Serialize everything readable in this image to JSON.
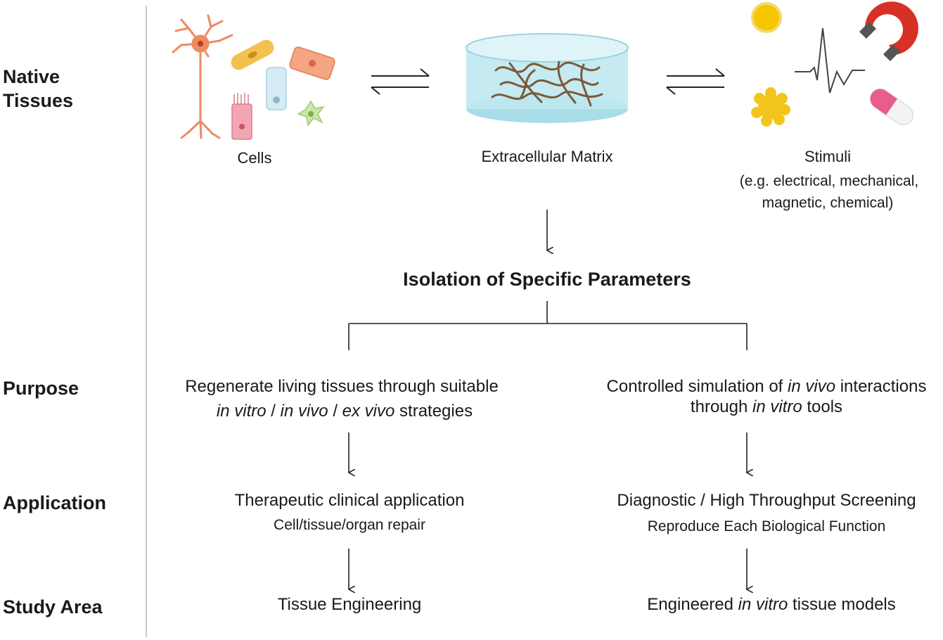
{
  "rows": {
    "native_tissues": "Native\nTissues",
    "purpose": "Purpose",
    "application": "Application",
    "study_area": "Study Area"
  },
  "native": {
    "cells": "Cells",
    "ecm": "Extracellular Matrix",
    "stimuli_title": "Stimuli",
    "stimuli_line1": "(e.g. electrical, mechanical,",
    "stimuli_line2": "magnetic, chemical)"
  },
  "isolation": "Isolation of Specific Parameters",
  "left": {
    "purpose_line1": "Regenerate living tissues through suitable",
    "purpose_it1": "in vitro",
    "purpose_sep1": " / ",
    "purpose_it2": "in vivo",
    "purpose_sep2": " / ",
    "purpose_it3": "ex vivo",
    "purpose_tail": " strategies",
    "application_title": "Therapeutic clinical application",
    "application_sub": "Cell/tissue/organ repair",
    "study_area": "Tissue Engineering"
  },
  "right": {
    "purpose_pre": "Controlled simulation of ",
    "purpose_it1": "in vivo",
    "purpose_post": " interactions",
    "purpose_l2_pre": "through ",
    "purpose_l2_it": "in vitro",
    "purpose_l2_post": " tools",
    "application_title": "Diagnostic / High Throughput Screening",
    "application_sub": "Reproduce Each Biological Function",
    "study_pre": "Engineered ",
    "study_it": "in vitro",
    "study_post": " tissue models"
  },
  "colors": {
    "neuron": "#ef8a62",
    "yellow_cell": "#f2c14e",
    "salmon_cell": "#f4a582",
    "blue_cell": "#d6ecf5",
    "pink_cell": "#f2a6b3",
    "green_cell": "#c9e7a8",
    "ecm_dish": "#bfe8ef",
    "fibers": "#7a5a3a",
    "sun": "#f7c400",
    "magnet_red": "#d73027",
    "pill_pink": "#e85d8a"
  }
}
